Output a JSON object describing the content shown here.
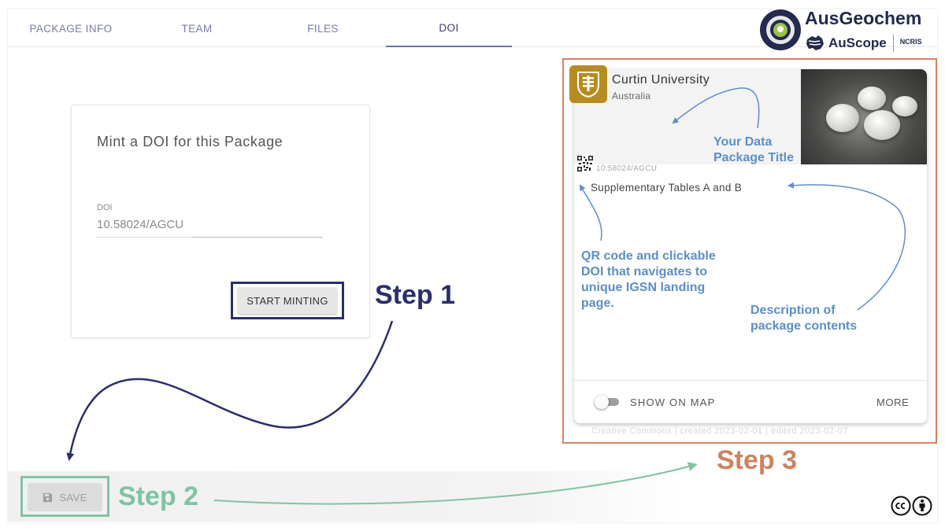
{
  "tabs": [
    {
      "label": "PACKAGE INFO",
      "active": false
    },
    {
      "label": "TEAM",
      "active": false
    },
    {
      "label": "FILES",
      "active": false
    },
    {
      "label": "DOI",
      "active": true
    }
  ],
  "logo": {
    "title": "AusGeochem",
    "auscope": "AuScope",
    "ncris": "NCRIS"
  },
  "mint": {
    "title": "Mint a DOI for this Package",
    "doi_label": "DOI",
    "doi_value": "10.58024/AGCU",
    "start_button": "START MINTING"
  },
  "steps": {
    "step1": "Step 1",
    "step2": "Step 2",
    "step3": "Step 3"
  },
  "toolbar": {
    "save_label": "SAVE"
  },
  "preview": {
    "institution": "Curtin University",
    "country": "Australia",
    "doi": "10.58024/AGCU",
    "description": "Supplementary Tables A and B",
    "show_on_map": "SHOW ON MAP",
    "more": "MORE",
    "footer": "Creative Commons | created 2023-02-01 | edited 2023-02-07"
  },
  "annotations": {
    "title_line1": "Your Data",
    "title_line2": "Package Title",
    "qr_text": "QR code and clickable DOI that navigates to unique IGSN landing page.",
    "desc_line1": "Description of",
    "desc_line2": "package contents"
  },
  "colors": {
    "step1": "#2a2d6e",
    "step2": "#7ec4a3",
    "step3": "#d0825c",
    "annotation": "#5b8fc9",
    "institution_logo": "#b68c1d",
    "brand_navy": "#232a4e"
  },
  "icons": {
    "save": "floppy-disk-icon",
    "license": "creative-commons-by-icon",
    "qr": "qr-code-icon"
  }
}
